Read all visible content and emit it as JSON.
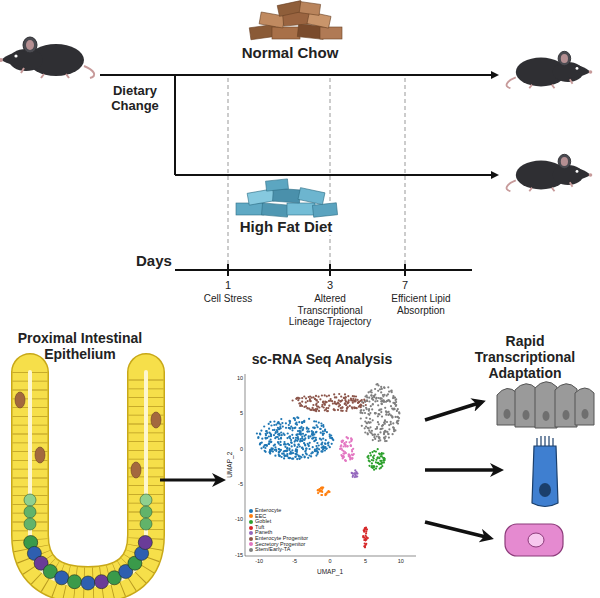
{
  "diagram": {
    "labels": [
      "Normal Chow",
      "Dietary Change",
      "High Fat Diet",
      "Days",
      "1",
      "Cell Stress",
      "3",
      "Altered Transcriptional Lineage Trajectory",
      "7",
      "Efficient Lipid Absorption",
      "Proximal Intestinal Epithelium",
      "sc-RNA Seq Analysis",
      "Rapid Transcriptional Adaptation",
      "UMAP_1",
      "UMAP_2",
      "10",
      "5",
      "0",
      "-5",
      "-10",
      "-15",
      "-10",
      "-5",
      "0",
      "5",
      "10"
    ],
    "legend": [
      {
        "text": "Enterocyte",
        "color": "#1f77b4"
      },
      {
        "text": "EEC",
        "color": "#ff7f0e"
      },
      {
        "text": "Goblet",
        "color": "#2ca02c"
      },
      {
        "text": "Tuft",
        "color": "#d62728"
      },
      {
        "text": "Paneth",
        "color": "#9467bd"
      },
      {
        "text": "Enterocyte Progenitor",
        "color": "#8c564b"
      },
      {
        "text": "Secretory Progenitor",
        "color": "#e377c2"
      },
      {
        "text": "Stem/Early-TA",
        "color": "#7f7f7f"
      }
    ]
  }
}
